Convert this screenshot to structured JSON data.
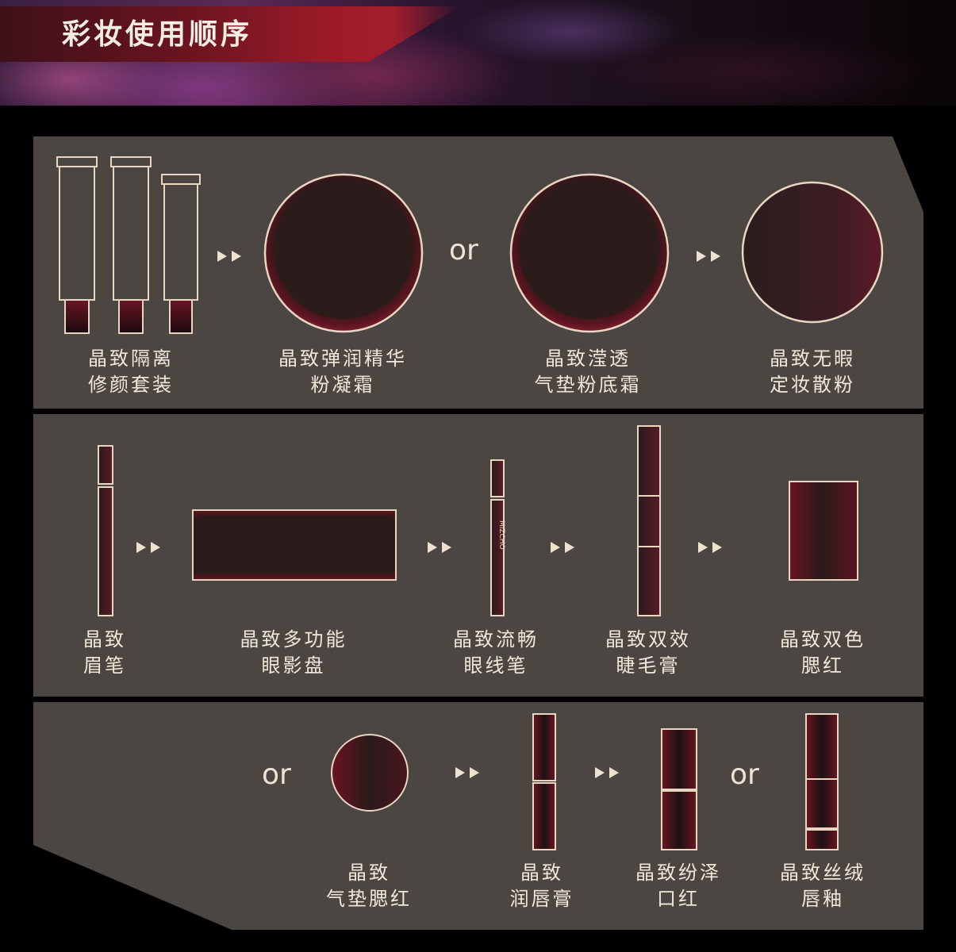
{
  "header": {
    "title": "彩妆使用顺序"
  },
  "row1": {
    "items": [
      {
        "line1": "晶致隔离",
        "line2": "修颜套装"
      },
      {
        "line1": "晶致弹润精华",
        "line2": "粉凝霜"
      },
      {
        "line1": "晶致滢透",
        "line2": "气垫粉底霜"
      },
      {
        "line1": "晶致无暇",
        "line2": "定妆散粉"
      }
    ],
    "or_text": "or"
  },
  "row2": {
    "items": [
      {
        "line1": "晶致",
        "line2": "眉笔"
      },
      {
        "line1": "晶致多功能",
        "line2": "眼影盘"
      },
      {
        "line1": "晶致流畅",
        "line2": "眼线笔"
      },
      {
        "line1": "晶致双效",
        "line2": "睫毛膏"
      },
      {
        "line1": "晶致双色",
        "line2": "腮红"
      }
    ],
    "eyeliner_brand": "MIZCHO"
  },
  "row3": {
    "items": [
      {
        "line1": "晶致",
        "line2": "气垫腮红"
      },
      {
        "line1": "晶致",
        "line2": "润唇膏"
      },
      {
        "line1": "晶致纷泽",
        "line2": "口红"
      },
      {
        "line1": "晶致丝绒",
        "line2": "唇釉"
      }
    ],
    "or_left": "or",
    "or_right": "or"
  },
  "colors": {
    "panel": "#4b4642",
    "accent": "#a51d2a",
    "outline": "#e8d6c2",
    "label": "#f1e8da"
  }
}
